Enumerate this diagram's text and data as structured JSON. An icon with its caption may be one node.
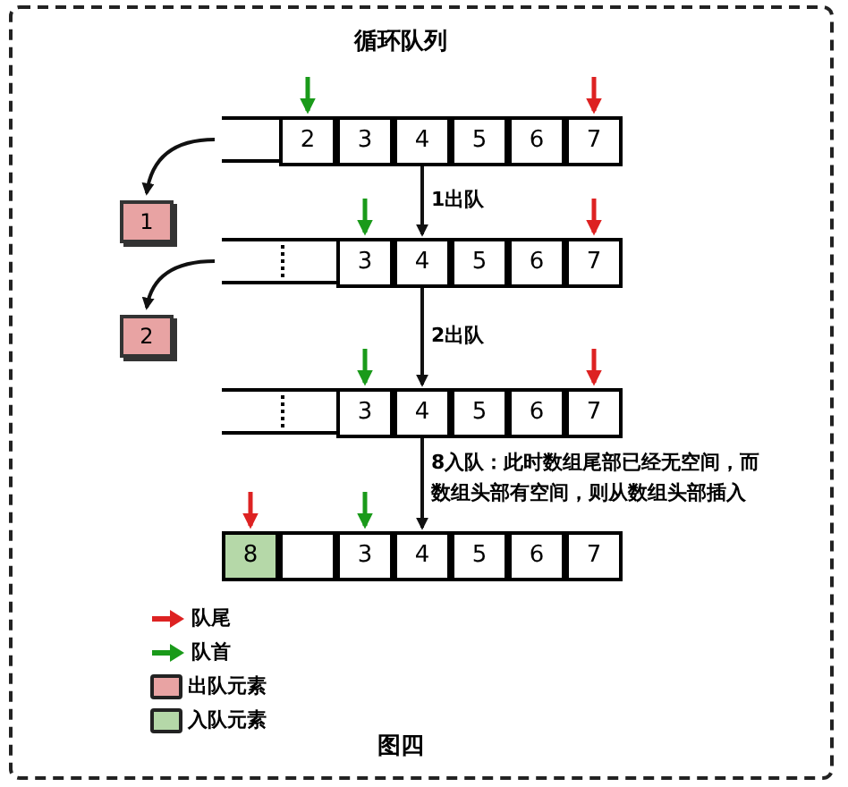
{
  "diagram": {
    "title": "循环队列",
    "caption": "图四",
    "nodes": [
      {
        "text": [],
        "shape": "bar"
      },
      {
        "text": [
          "2"
        ],
        "in": 0
      },
      {
        "text": [
          "3"
        ],
        "in": 0
      },
      {
        "text": [
          "4"
        ],
        "in": 0
      },
      {
        "text": [
          "5"
        ],
        "in": 0
      },
      {
        "text": [
          "6"
        ],
        "in": 0
      },
      {
        "text": [
          "7"
        ],
        "in": 0
      },
      {
        "text": [
          "1"
        ]
      },
      {
        "text": [],
        "shape": "bar"
      },
      {
        "text": [
          "3"
        ],
        "in": 8
      },
      {
        "text": [
          "4"
        ],
        "in": 8
      },
      {
        "text": [
          "5"
        ],
        "in": 8
      },
      {
        "text": [
          "6"
        ],
        "in": 8
      },
      {
        "text": [
          "7"
        ],
        "in": 8
      },
      {
        "text": [
          "2"
        ]
      },
      {
        "text": [],
        "shape": "bar"
      },
      {
        "text": [
          "3"
        ],
        "in": 15
      },
      {
        "text": [
          "4"
        ],
        "in": 15
      },
      {
        "text": [
          "5"
        ],
        "in": 15
      },
      {
        "text": [
          "6"
        ],
        "in": 15
      },
      {
        "text": [
          "7"
        ],
        "in": 15
      },
      {
        "text": [],
        "shape": "bar"
      },
      {
        "text": [
          "8"
        ],
        "in": 21
      },
      {
        "text": [],
        "shape": "box",
        "in": 21
      },
      {
        "text": [
          "3"
        ],
        "in": 21
      },
      {
        "text": [
          "4"
        ],
        "in": 21
      },
      {
        "text": [
          "5"
        ],
        "in": 21
      },
      {
        "text": [
          "6"
        ],
        "in": 21
      },
      {
        "text": [
          "7"
        ],
        "in": 21
      }
    ],
    "edges": [
      {
        "from": 0,
        "to": 7,
        "arrow": "to"
      },
      {
        "from": 0,
        "to": 8,
        "arrow": "to",
        "label": "1出队"
      },
      {
        "from": 8,
        "to": 14,
        "arrow": "to"
      },
      {
        "from": 8,
        "to": 15,
        "arrow": "to",
        "label": "2出队"
      },
      {
        "from": 15,
        "to": 21,
        "arrow": "to",
        "label": "8入队：此时数组尾部已经无空间，而数组头部有空间，则从数组头部插入"
      },
      {
        "from": null,
        "to": 1,
        "arrow": "to",
        "color": "#1a9a1a"
      },
      {
        "from": null,
        "to": 6,
        "arrow": "to",
        "color": "#dd2222"
      },
      {
        "from": null,
        "to": 9,
        "arrow": "to",
        "color": "#1a9a1a"
      },
      {
        "from": null,
        "to": 13,
        "arrow": "to",
        "color": "#dd2222"
      },
      {
        "from": null,
        "to": 16,
        "arrow": "to",
        "color": "#1a9a1a"
      },
      {
        "from": null,
        "to": 20,
        "arrow": "to",
        "color": "#dd2222"
      },
      {
        "from": null,
        "to": 22,
        "arrow": "to",
        "color": "#dd2222"
      },
      {
        "from": null,
        "to": 24,
        "arrow": "to",
        "color": "#1a9a1a"
      }
    ],
    "legend": [
      {
        "text": "队尾"
      },
      {
        "text": "队首"
      },
      {
        "text": "出队元素",
        "color": "#e8a3a3"
      },
      {
        "text": "入队元素",
        "color": "#b5d8a8"
      }
    ]
  }
}
